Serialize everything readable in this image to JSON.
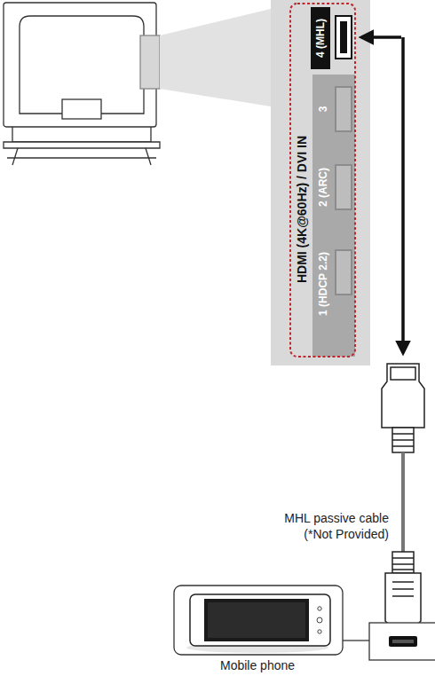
{
  "diagram": {
    "labels": [
      "4 (MHL)",
      "HDMI (4K@60Hz) / DVI IN",
      "3",
      "2 (ARC)",
      "1 (HDCP 2.2)",
      "MHL passive cable (*Not Provided)",
      "Mobile phone"
    ]
  }
}
